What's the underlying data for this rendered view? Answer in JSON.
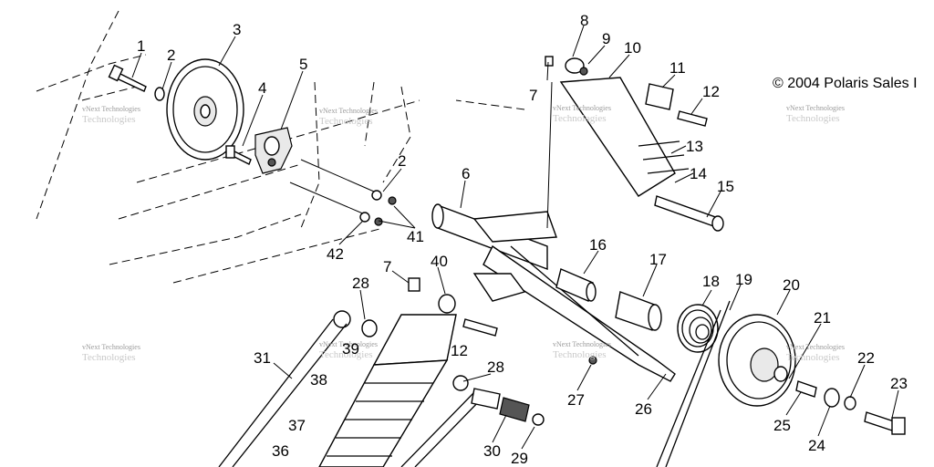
{
  "copyright": "© 2004 Polaris Sales I",
  "watermark": {
    "line1": "vNext Technologies",
    "line2": "Technologies"
  },
  "callouts": [
    "1",
    "2",
    "3",
    "4",
    "5",
    "2",
    "41",
    "42",
    "7",
    "40",
    "28",
    "31",
    "39",
    "38",
    "37",
    "36",
    "12",
    "28",
    "30",
    "29",
    "27",
    "26",
    "6",
    "16",
    "17",
    "18",
    "19",
    "20",
    "21",
    "22",
    "23",
    "24",
    "25",
    "8",
    "9",
    "10",
    "7",
    "11",
    "12",
    "13",
    "14",
    "15"
  ],
  "colors": {
    "line": "#000000",
    "background": "#ffffff",
    "watermark": "#9a9a9a"
  }
}
